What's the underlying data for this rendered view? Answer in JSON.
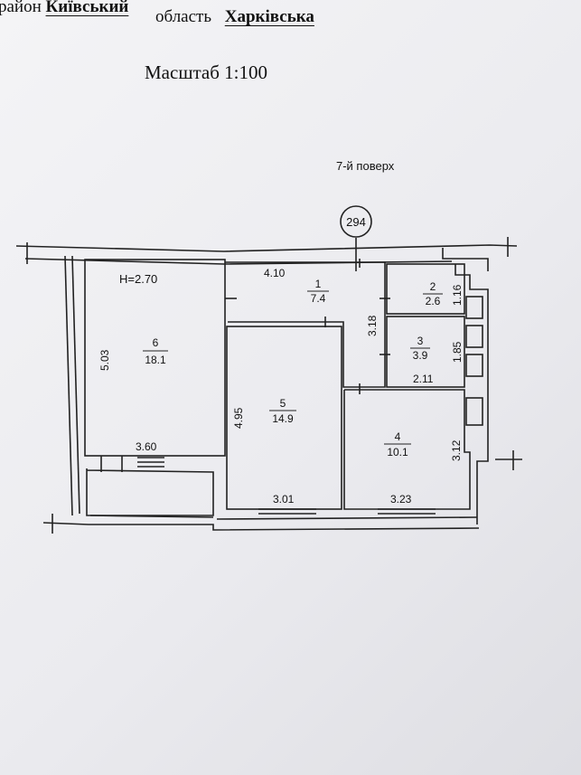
{
  "header": {
    "district_prefix": "район",
    "district": "Київський",
    "region_prefix": "область",
    "region": "Харківська",
    "scale": "Масштаб 1:100",
    "floor": "7-й поверх",
    "building_number": "294"
  },
  "plan": {
    "ceiling_height": "H=2.70",
    "rooms": [
      {
        "number": "1",
        "area": "7.4"
      },
      {
        "number": "2",
        "area": "2.6"
      },
      {
        "number": "3",
        "area": "3.9"
      },
      {
        "number": "4",
        "area": "10.1"
      },
      {
        "number": "5",
        "area": "14.9"
      },
      {
        "number": "6",
        "area": "18.1"
      }
    ],
    "dimensions": {
      "d_410": "4.10",
      "d_503": "5.03",
      "d_360": "3.60",
      "d_495": "4.95",
      "d_301": "3.01",
      "d_318": "3.18",
      "d_211": "2.11",
      "d_116": "1.16",
      "d_185": "1.85",
      "d_312": "3.12",
      "d_323": "3.23"
    }
  }
}
